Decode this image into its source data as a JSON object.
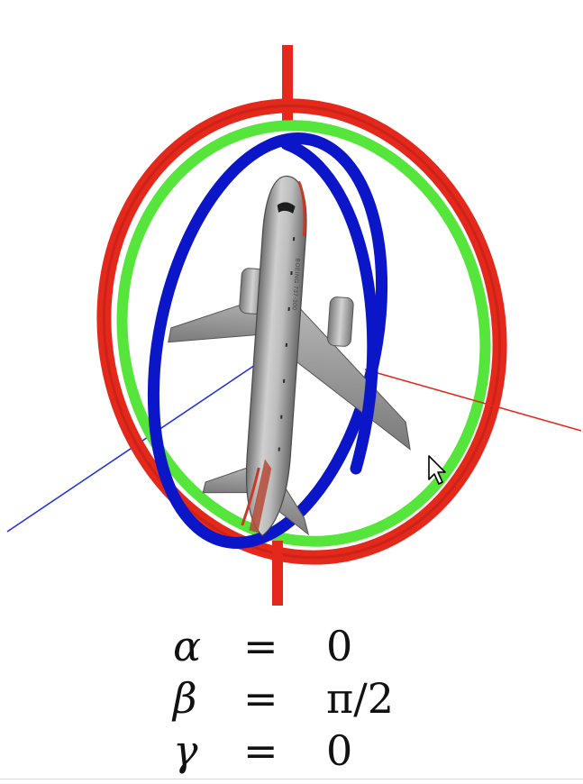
{
  "colors": {
    "outer_gimbal": "#e4291c",
    "middle_gimbal": "#55e53b",
    "inner_gimbal": "#0a16c8",
    "x_axis": "#e4291c",
    "y_axis": "#2233dd",
    "vertical_axis": "#e4291c",
    "fuselage": "#a9a9a9",
    "livery_stripe": "#c63a2a"
  },
  "icons": {
    "cursor": "mouse-pointer-icon",
    "aircraft": "airplane-icon"
  },
  "aircraft": {
    "fuselage_text": "BOEING 737-300"
  },
  "equations": [
    {
      "symbol": "α",
      "equals": "=",
      "value": "0"
    },
    {
      "symbol": "β",
      "equals": "=",
      "value": "π/2"
    },
    {
      "symbol": "γ",
      "equals": "=",
      "value": "0"
    }
  ]
}
